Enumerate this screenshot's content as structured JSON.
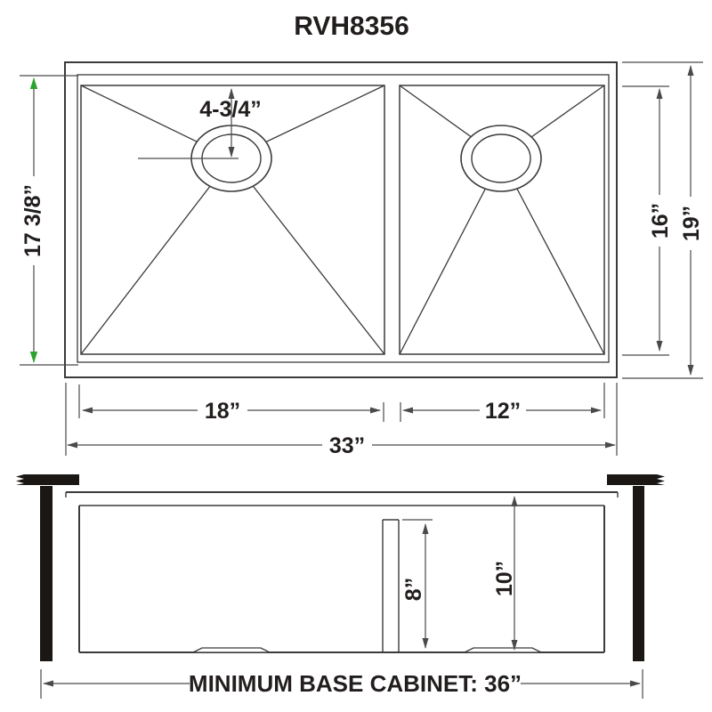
{
  "title": "RVH8356",
  "colors": {
    "outline": "#3b3b3b",
    "dimension_line": "#4a4a4a",
    "text": "#231e1e",
    "green_arrow": "#2ca32e",
    "solid": "#1a1714",
    "background": "#ffffff"
  },
  "top_view": {
    "dimensions": {
      "drain_offset": "4-3/4”",
      "inner_front_back": "17 3/8”",
      "bowl_front_back": "16”",
      "overall_front_back": "19”",
      "left_bowl_width": "18”",
      "right_bowl_width": "12”",
      "overall_width": "33”"
    }
  },
  "bottom_view": {
    "dimensions": {
      "divider_depth": "8”",
      "bowl_depth": "10”",
      "min_base_cabinet": "MINIMUM BASE CABINET: 36”"
    }
  }
}
